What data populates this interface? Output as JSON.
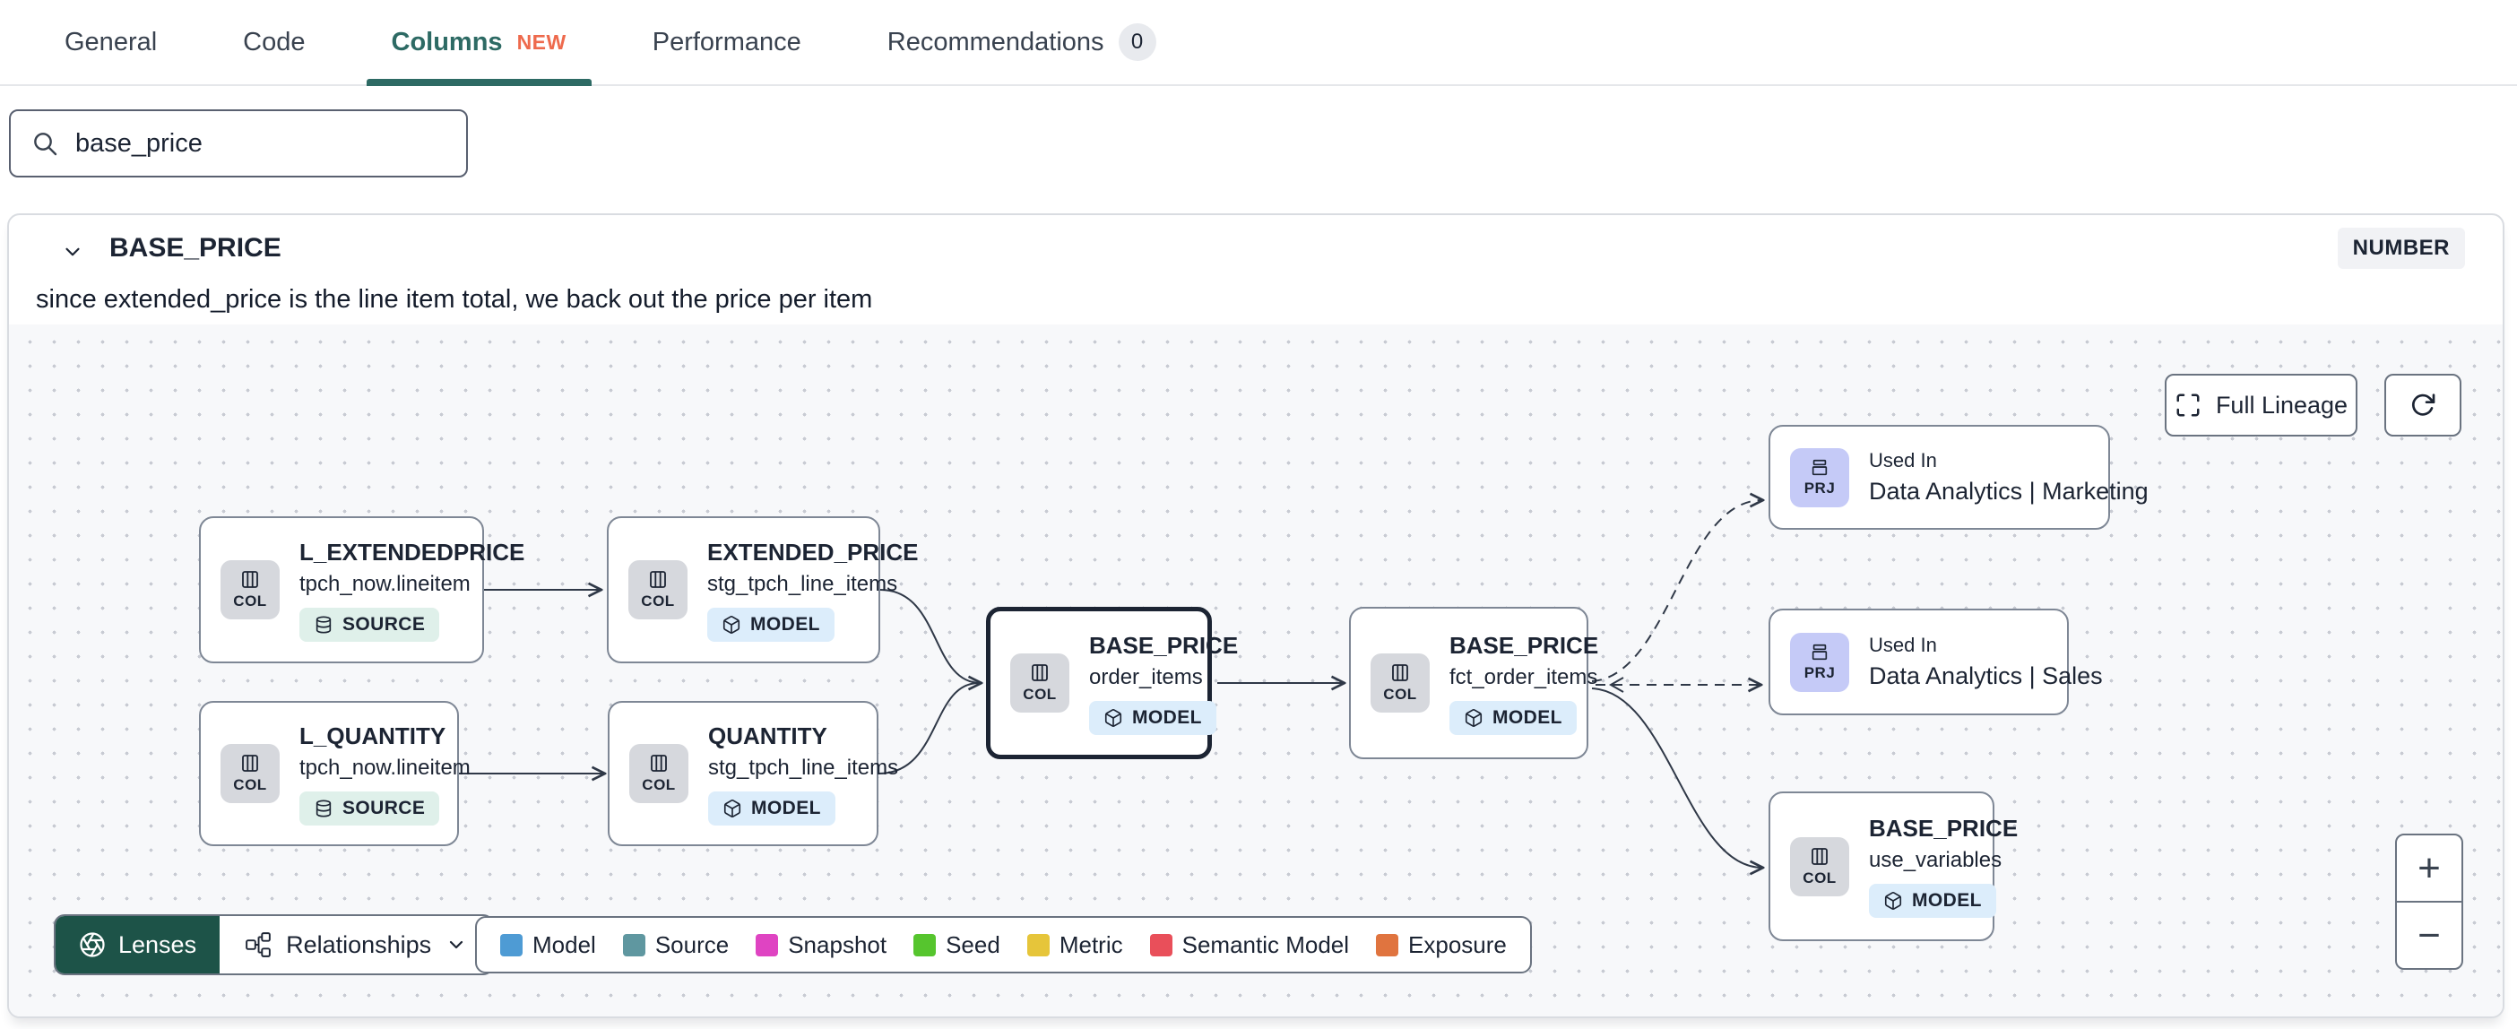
{
  "tabs": [
    {
      "label": "General"
    },
    {
      "label": "Code"
    },
    {
      "label": "Columns",
      "badge": "NEW"
    },
    {
      "label": "Performance"
    },
    {
      "label": "Recommendations",
      "count": "0"
    }
  ],
  "search": {
    "value": "base_price"
  },
  "column": {
    "name": "BASE_PRICE",
    "type": "NUMBER",
    "description": "since extended_price is the line item total, we back out the price per item"
  },
  "lineage": {
    "full_lineage_label": "Full Lineage",
    "zoom_in": "+",
    "zoom_out": "−",
    "lenses_label": "Lenses",
    "relationships_label": "Relationships",
    "edge_color": "#2f3847",
    "legend": [
      {
        "label": "Model",
        "color": "#4e9bd4"
      },
      {
        "label": "Source",
        "color": "#5f97a0"
      },
      {
        "label": "Snapshot",
        "color": "#df44c2"
      },
      {
        "label": "Seed",
        "color": "#56c52e"
      },
      {
        "label": "Metric",
        "color": "#e6c53a"
      },
      {
        "label": "Semantic Model",
        "color": "#e94f5a"
      },
      {
        "label": "Exposure",
        "color": "#e0743f"
      }
    ],
    "nodes": [
      {
        "chip": "COL",
        "title": "L_EXTENDEDPRICE",
        "subtitle": "tpch_now.lineitem",
        "badge": "SOURCE"
      },
      {
        "chip": "COL",
        "title": "EXTENDED_PRICE",
        "subtitle": "stg_tpch_line_items",
        "badge": "MODEL"
      },
      {
        "chip": "COL",
        "title": "L_QUANTITY",
        "subtitle": "tpch_now.lineitem",
        "badge": "SOURCE"
      },
      {
        "chip": "COL",
        "title": "QUANTITY",
        "subtitle": "stg_tpch_line_items",
        "badge": "MODEL"
      },
      {
        "chip": "COL",
        "title": "BASE_PRICE",
        "subtitle": "order_items",
        "badge": "MODEL"
      },
      {
        "chip": "COL",
        "title": "BASE_PRICE",
        "subtitle": "fct_order_items",
        "badge": "MODEL"
      },
      {
        "chip": "PRJ",
        "label": "Used In",
        "title": "Data Analytics | Marketing"
      },
      {
        "chip": "PRJ",
        "label": "Used In",
        "title": "Data Analytics | Sales"
      },
      {
        "chip": "COL",
        "title": "BASE_PRICE",
        "subtitle": "use_variables",
        "badge": "MODEL"
      }
    ]
  }
}
